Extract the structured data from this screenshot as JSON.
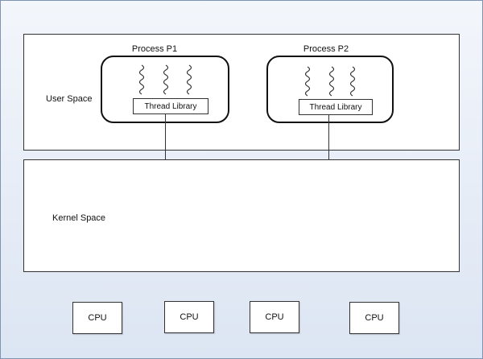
{
  "user_space": {
    "label": "User Space"
  },
  "kernel_space": {
    "label": "Kernel Space"
  },
  "processes": [
    {
      "title": "Process P1",
      "library_label": "Thread Library"
    },
    {
      "title": "Process P2",
      "library_label": "Thread Library"
    }
  ],
  "cpus": [
    {
      "label": "CPU"
    },
    {
      "label": "CPU"
    },
    {
      "label": "CPU"
    },
    {
      "label": "CPU"
    }
  ],
  "colors": {
    "background_top": "#f3f6fb",
    "background_bottom": "#dce5f3",
    "border": "#333333"
  }
}
